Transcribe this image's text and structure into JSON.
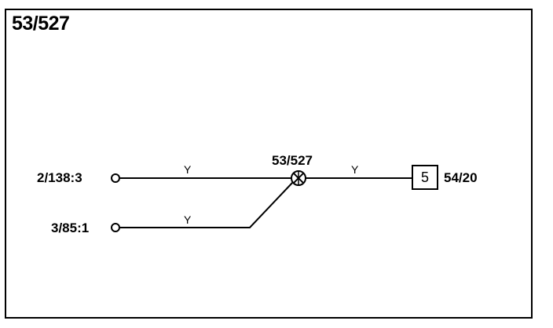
{
  "diagram": {
    "title": "53/527",
    "splice_label": "53/527",
    "terminals": [
      {
        "label": "2/138:3"
      },
      {
        "label": "3/85:1"
      }
    ],
    "wires": [
      {
        "color_code": "Y"
      },
      {
        "color_code": "Y"
      },
      {
        "color_code": "Y"
      }
    ],
    "connector": {
      "pin": "5",
      "label": "54/20"
    },
    "colors": {
      "line": "#000000",
      "background": "#ffffff"
    },
    "icons": [
      "terminal-circle-icon",
      "splice-node-icon",
      "connector-box-icon"
    ]
  }
}
